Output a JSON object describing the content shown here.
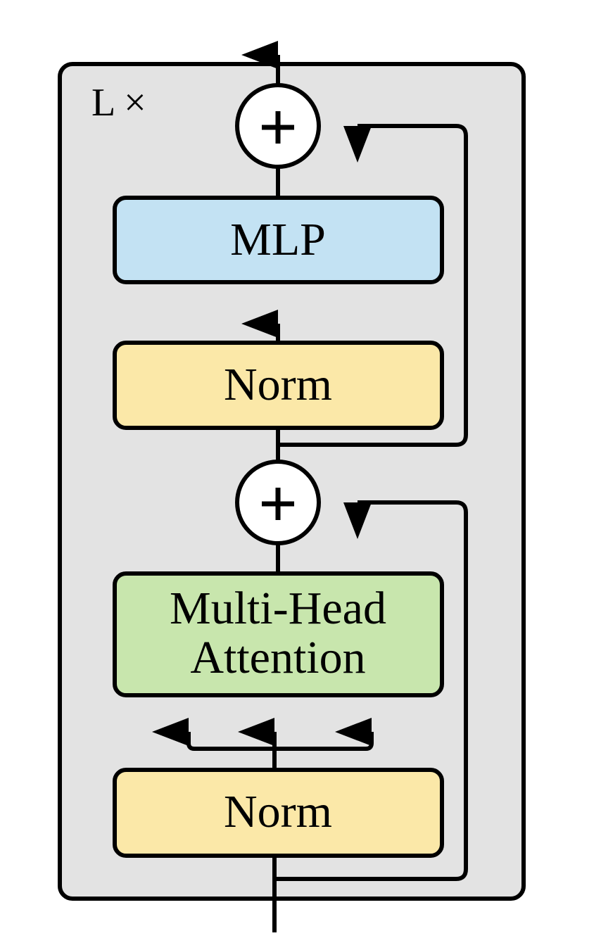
{
  "repeat_label": "L ×",
  "blocks": {
    "mlp": "MLP",
    "norm_top": "Norm",
    "attention_line1": "Multi-Head",
    "attention_line2": "Attention",
    "norm_bottom": "Norm"
  },
  "add_nodes": {
    "top": "+",
    "bottom": "+"
  },
  "colors": {
    "container_fill": "#e3e3e3",
    "mlp_fill": "#c3e2f3",
    "norm_fill": "#fbe8a8",
    "attention_fill": "#c8e6ad",
    "add_fill": "#ffffff",
    "stroke": "#000000"
  }
}
